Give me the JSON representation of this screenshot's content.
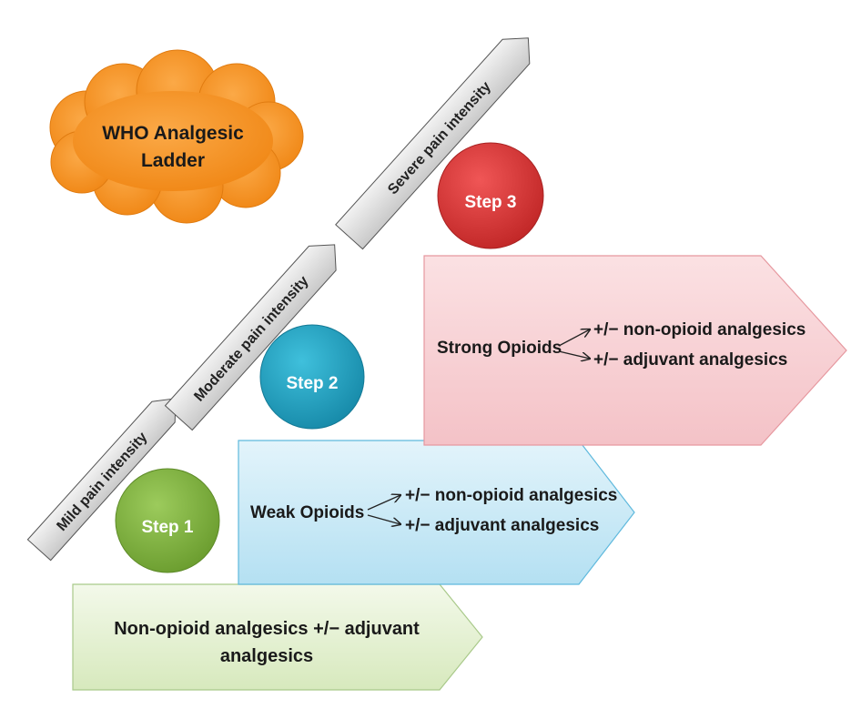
{
  "title_cloud": {
    "line1": "WHO Analgesic",
    "line2": "Ladder"
  },
  "ladder": [
    {
      "label": "Mild pain intensity"
    },
    {
      "label": "Moderate pain intensity"
    },
    {
      "label": "Severe pain intensity"
    }
  ],
  "steps": [
    {
      "label": "Step 1",
      "color": "#7aad3a"
    },
    {
      "label": "Step 2",
      "color": "#1fa3c4"
    },
    {
      "label": "Step 3",
      "color": "#d83a3a"
    }
  ],
  "boxes": {
    "step1": {
      "line1": "Non-opioid analgesics +/− adjuvant",
      "line2": "analgesics",
      "color": "#e8f2d6"
    },
    "step2": {
      "main": "Weak Opioids",
      "option1": "+/− non-opioid analgesics",
      "option2": "+/− adjuvant analgesics",
      "color": "#c9e9f6"
    },
    "step3": {
      "main": "Strong Opioids",
      "option1": "+/− non-opioid analgesics",
      "option2": "+/− adjuvant analgesics",
      "color": "#f8d3d6"
    }
  },
  "cloud_color": "#f5921e"
}
